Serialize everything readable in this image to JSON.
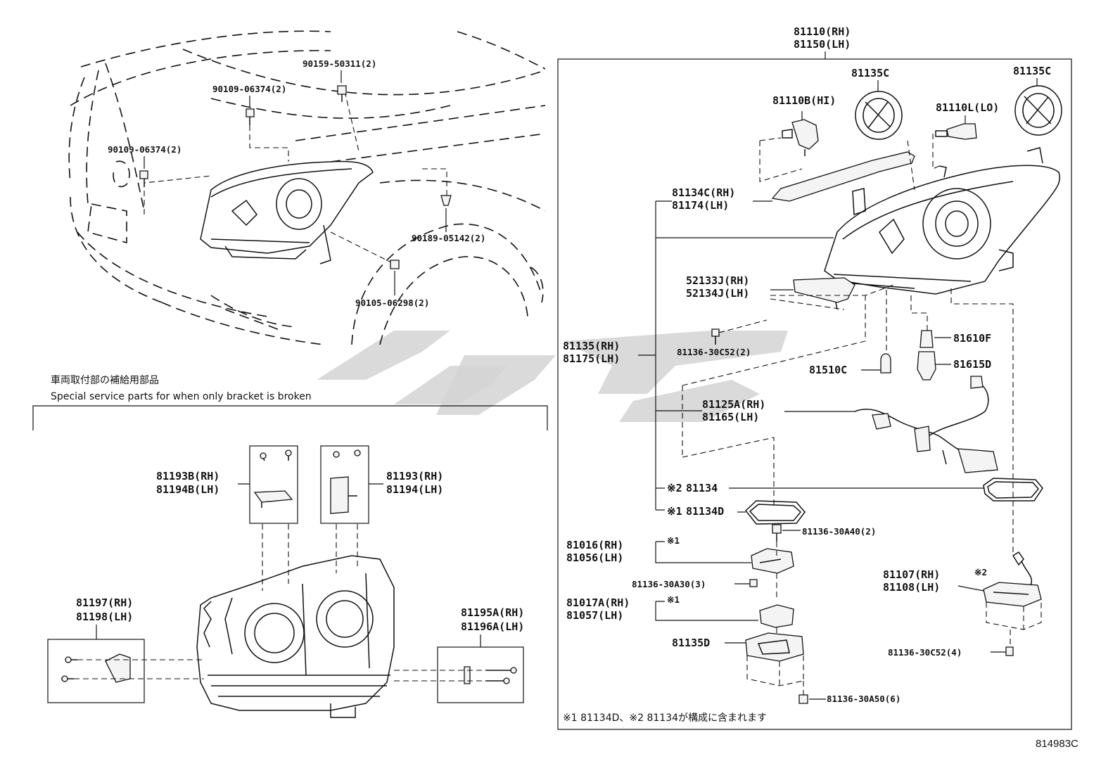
{
  "labels": {
    "top_assy": {
      "rh": "81110(RH)",
      "lh": "81150(LH)"
    },
    "bulb_hi": "81110B(HI)",
    "bulb_lo": "81110L(LO)",
    "cap_1": "81135C",
    "cap_2": "81135C",
    "cover": {
      "rh": "81134C(RH)",
      "lh": "81174(LH)"
    },
    "bracket": {
      "rh": "52133J(RH)",
      "lh": "52134J(LH)"
    },
    "screw_c52_2": "81136-30C52(2)",
    "housing": {
      "rh": "81135(RH)",
      "lh": "81175(LH)"
    },
    "socket_f": "81610F",
    "socket_d": "81615D",
    "bulb_c": "81510C",
    "wire": {
      "rh": "81125A(RH)",
      "lh": "81165(LH)"
    },
    "gasket_2": {
      "mark": "※2",
      "num": "81134"
    },
    "gasket_1": {
      "mark": "※1",
      "num": "81134D"
    },
    "screw_a40": "81136-30A40(2)",
    "ecu_1": {
      "rh": "81016(RH)",
      "lh": "81056(LH)",
      "mark": "※1"
    },
    "screw_a30": "81136-30A30(3)",
    "ecu_2": {
      "rh": "81017A(RH)",
      "lh": "81057(LH)",
      "mark": "※1"
    },
    "ballast_cover": "81135D",
    "screw_a50": "81136-30A50(6)",
    "ballast": {
      "rh": "81107(RH)",
      "lh": "81108(LH)",
      "mark": "※2"
    },
    "screw_c52_4": "81136-30C52(4)",
    "footnote": "※1 81134D、※2 81134が構成に含まれます",
    "code": "814983C",
    "car_parts": {
      "p50311": "90159-50311(2)",
      "p06374_a": "90109-06374(2)",
      "p06374_b": "90109-06374(2)",
      "p05142": "90189-05142(2)",
      "p06298": "90105-06298(2)"
    },
    "special": {
      "title_jp": "車両取付部の補給用部品",
      "title_en": "Special service parts for when only bracket is broken",
      "b193b": {
        "rh": "81193B(RH)",
        "lh": "81194B(LH)"
      },
      "b193": {
        "rh": "81193(RH)",
        "lh": "81194(LH)"
      },
      "b197": {
        "rh": "81197(RH)",
        "lh": "81198(LH)"
      },
      "b195a": {
        "rh": "81195A(RH)",
        "lh": "81196A(LH)"
      }
    }
  }
}
